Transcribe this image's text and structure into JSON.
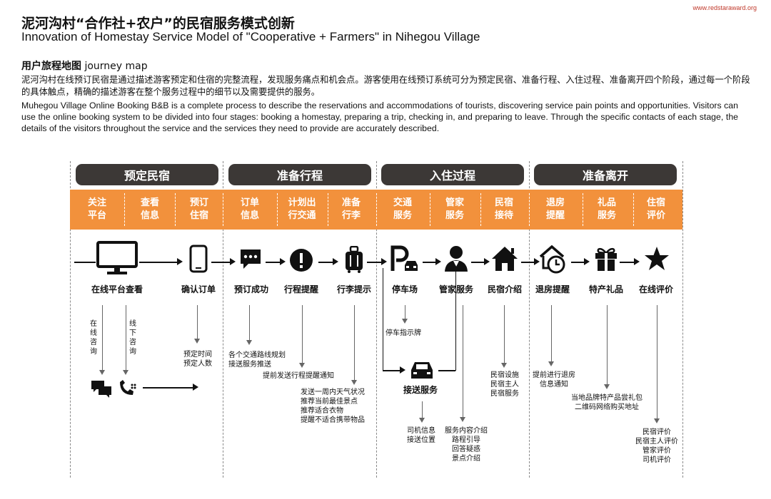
{
  "header": {
    "site": "www.redstaraward.org",
    "title_cn": "泥河沟村“合作社+农户”的民宿服务模式创新",
    "title_en": "Innovation of Homestay Service Model of \"Cooperative + Farmers\" in Nihegou Village"
  },
  "section": {
    "title_cn": "用户旅程地图",
    "title_en": "journey map",
    "paragraph_cn": "泥河沟村在线预订民宿是通过描述游客预定和住宿的完整流程，发现服务痛点和机会点。游客使用在线预订系统可分为预定民宿、准备行程、入住过程、准备离开四个阶段，通过每一个阶段的具体触点，精确的描述游客在整个服务过程中的细节以及需要提供的服务。",
    "paragraph_en": "Muhegou Village Online Booking B&B is a complete process to describe the reservations and accommodations of tourists, discovering service pain points and opportunities. Visitors can use the online booking system to be divided into four stages: booking a homestay, preparing a trip, checking in, and preparing to leave. Through the specific contacts of each stage, the details of the visitors throughout the service and the services they need to provide are accurately described."
  },
  "stages": [
    "预定民宿",
    "准备行程",
    "入住过程",
    "准备离开"
  ],
  "touchpoints": [
    [
      "关注",
      "平台"
    ],
    [
      "查看",
      "信息"
    ],
    [
      "预订",
      "住宿"
    ],
    [
      "订单",
      "信息"
    ],
    [
      "计划出",
      "行交通"
    ],
    [
      "准备",
      "行李"
    ],
    [
      "交通",
      "服务"
    ],
    [
      "管家",
      "服务"
    ],
    [
      "民宿",
      "接待"
    ],
    [
      "退房",
      "提醒"
    ],
    [
      "礼品",
      "服务"
    ],
    [
      "住宿",
      "评价"
    ]
  ],
  "steps": [
    "在线平台查看",
    "确认订单",
    "预订成功",
    "行程提醒",
    "行李提示",
    "停车场",
    "管家服务",
    "民宿介绍",
    "退房提醒",
    "特产礼品",
    "在线评价"
  ],
  "icons": [
    "monitor-icon",
    "phone-icon",
    "chat-icon",
    "alert-icon",
    "luggage-icon",
    "parking-icon",
    "butler-icon",
    "home-icon",
    "checkout-clock-icon",
    "gift-icon",
    "star-icon",
    "car-icon",
    "speech-bubbles-icon",
    "phone-call-icon"
  ],
  "annotations": {
    "online_vertical": "在线咨询",
    "offline_vertical": "线下咨询",
    "confirm": [
      "预定时间",
      "预定人数"
    ],
    "transport": [
      "各个交通路线规划",
      "接送服务推送"
    ],
    "trip_notice": "提前发送行程提醒通知",
    "weather": [
      "发送一周内天气状况",
      "推荐当前最佳景点",
      "推荐适合衣物",
      "提醒不适合携带物品"
    ],
    "parking_guide": "停车指示牌",
    "pickup": "接送服务",
    "driver": [
      "司机信息",
      "接送位置"
    ],
    "butler_detail": [
      "服务内容介绍",
      "路程引导",
      "回答疑惑",
      "景点介绍"
    ],
    "home_detail": [
      "民宿设施",
      "民宿主人",
      "民宿服务"
    ],
    "checkout_detail": [
      "提前进行退房",
      "信息通知"
    ],
    "gift_detail": [
      "当地品牌特产品尝礼包",
      "二维码网络购买地址"
    ],
    "review_detail": [
      "民宿评价",
      "民宿主人评价",
      "管家评价",
      "司机评价"
    ]
  },
  "colors": {
    "stage_bar": "#3c3836",
    "touchpoint_band": "#f2913c",
    "text": "#111111"
  }
}
